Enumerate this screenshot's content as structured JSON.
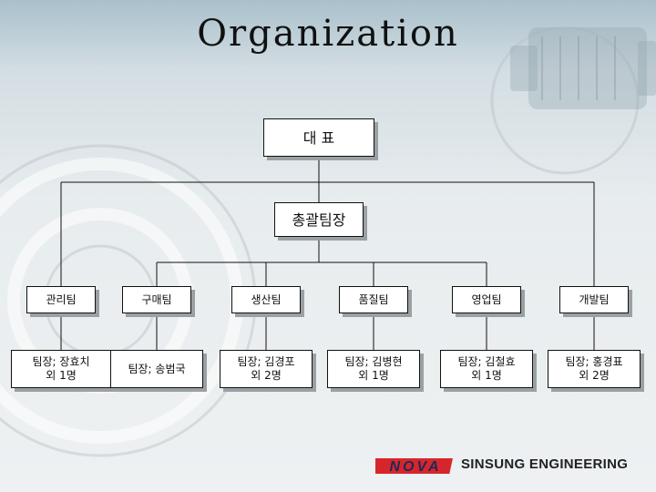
{
  "title": "Organization",
  "ceo": "대 표",
  "general_manager": "총괄팀장",
  "teams": [
    {
      "name": "관리팀",
      "lead": "팀장; 장효치\n외 1명"
    },
    {
      "name": "구매팀",
      "lead": "팀장; 송범국"
    },
    {
      "name": "생산팀",
      "lead": "팀장; 김경포\n외 2명"
    },
    {
      "name": "품질팀",
      "lead": "팀장; 김병현\n외 1명"
    },
    {
      "name": "영업팀",
      "lead": "팀장; 김철효\n외 1명"
    },
    {
      "name": "개발팀",
      "lead": "팀장; 홍경표\n외 2명"
    }
  ],
  "footer": {
    "logo": "NOVA",
    "company": "SINSUNG ENGINEERING"
  },
  "colors": {
    "logo_red": "#d6262b",
    "logo_dark": "#1b2a5a",
    "connector": "#111111"
  }
}
